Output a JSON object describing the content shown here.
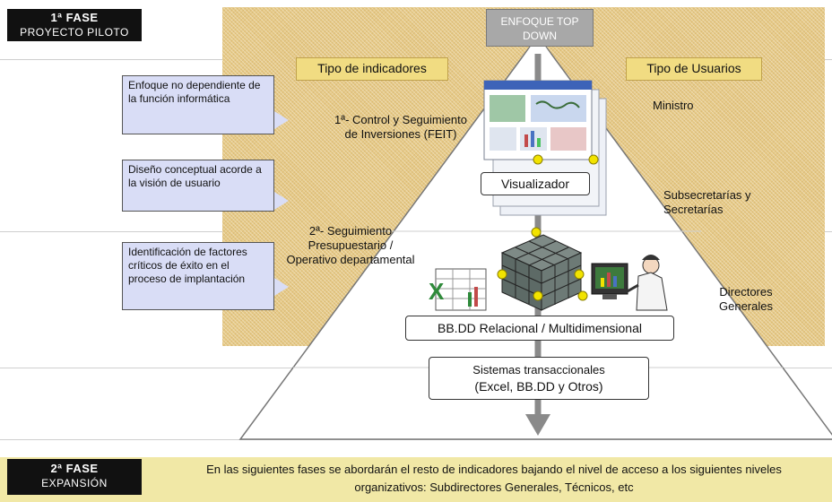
{
  "phase1": {
    "line1": "1ª FASE",
    "line2": "PROYECTO PILOTO"
  },
  "phase2": {
    "line1": "2ª FASE",
    "line2": "EXPANSIÓN"
  },
  "top_tag": {
    "line1": "ENFOQUE TOP",
    "line2": "DOWN"
  },
  "column_headers": {
    "indicators": "Tipo de indicadores",
    "users": "Tipo de Usuarios"
  },
  "callouts": [
    {
      "text": "Enfoque no dependiente de la función informática"
    },
    {
      "text": "Diseño conceptual acorde a la visión de usuario"
    },
    {
      "text": "Identificación de factores críticos de éxito en el proceso de implantación"
    }
  ],
  "indicators": [
    {
      "text": "1ª- Control y Seguimiento de Inversiones (FEIT)"
    },
    {
      "text": "2ª- Seguimiento Presupuestario / Operativo departamental"
    }
  ],
  "users": [
    {
      "text": "Ministro"
    },
    {
      "text": "Subsecretarías y Secretarías"
    },
    {
      "text": "Directores Generales"
    }
  ],
  "layers": {
    "visualizador": "Visualizador",
    "db": "BB.DD Relacional / Multidimensional",
    "sources_line1": "Sistemas transaccionales",
    "sources_line2": "(Excel, BB.DD y Otros)"
  },
  "footer": {
    "line1": "En las siguientes fases se abordarán el resto de indicadores bajando el nivel de acceso a los siguientes niveles",
    "line2": "organizativos: Subdirectores Generales, Técnicos, etc"
  },
  "colors": {
    "yellow": "#e6c986",
    "callout": "#d9ddf6",
    "phase_box": "#111111",
    "footer": "#f1e8a6",
    "node": "#f2e300"
  }
}
